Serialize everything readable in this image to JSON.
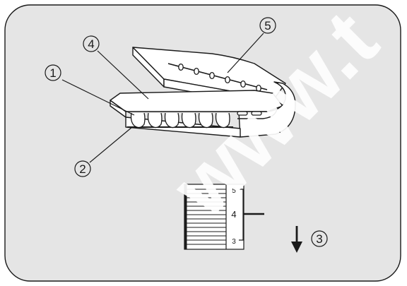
{
  "diagram": {
    "callouts": [
      {
        "id": "1",
        "label": "1"
      },
      {
        "id": "2",
        "label": "2"
      },
      {
        "id": "3",
        "label": "3"
      },
      {
        "id": "4",
        "label": "4"
      },
      {
        "id": "5",
        "label": "5"
      }
    ],
    "dial": {
      "marks": [
        "5",
        "4",
        "3"
      ]
    },
    "watermark": {
      "text": "www.t"
    },
    "colors": {
      "background": "#ffffff",
      "panel": "#e5e5e5",
      "line": "#1a1a1a",
      "fabric": "#ffffff",
      "watermark": "#ffffff"
    },
    "icons": {
      "direction_arrow": "arrow-down-icon"
    }
  }
}
